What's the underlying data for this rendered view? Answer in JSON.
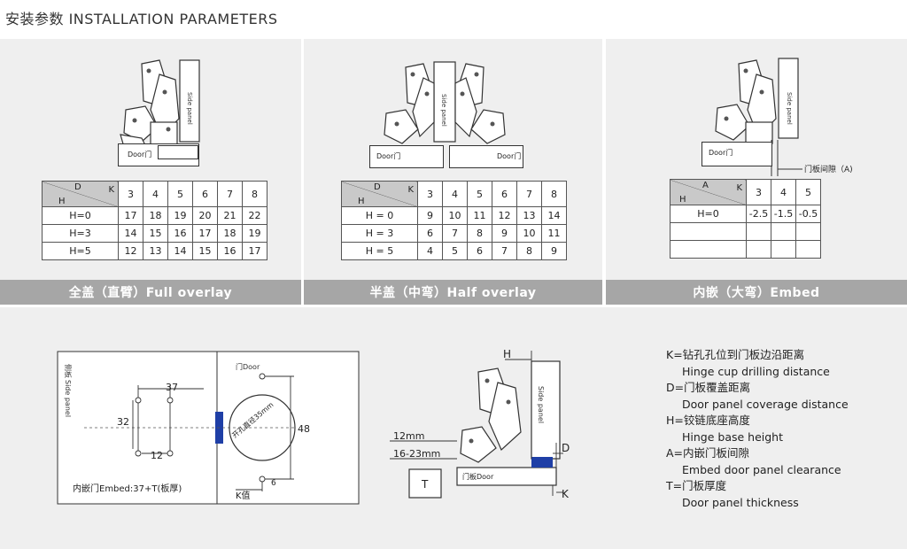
{
  "title": "安装参数  INSTALLATION PARAMETERS",
  "labels": {
    "side_panel_cn": "侧板",
    "side_panel_en": "Side panel",
    "door": "Door门",
    "door_cn": "门Door",
    "door_cn2": "门板Door",
    "gap": "门板间隙（A)",
    "embed_formula": "内嵌门Embed:37+T(板厚)",
    "k_value": "K值",
    "hole": "开孔直径35mm",
    "dim_37": "37",
    "dim_32": "32",
    "dim_12": "12",
    "dim_48": "48",
    "dim_6": "6",
    "dim_12mm": "12mm",
    "dim_16_23mm": "16-23mm",
    "letter_H": "H",
    "letter_T": "T",
    "letter_D": "D",
    "letter_K": "K"
  },
  "tables": [
    {
      "caption": "全盖（直臂）Full overlay",
      "corner": {
        "top": "D",
        "right": "K",
        "bottom": "H"
      },
      "columns": [
        "3",
        "4",
        "5",
        "6",
        "7",
        "8"
      ],
      "rows": [
        {
          "h": "H=0",
          "values": [
            "17",
            "18",
            "19",
            "20",
            "21",
            "22"
          ]
        },
        {
          "h": "H=3",
          "values": [
            "14",
            "15",
            "16",
            "17",
            "18",
            "19"
          ]
        },
        {
          "h": "H=5",
          "values": [
            "12",
            "13",
            "14",
            "15",
            "16",
            "17"
          ]
        }
      ]
    },
    {
      "caption": "半盖（中弯）Half overlay",
      "corner": {
        "top": "D",
        "right": "K",
        "bottom": "H"
      },
      "columns": [
        "3",
        "4",
        "5",
        "6",
        "7",
        "8"
      ],
      "rows": [
        {
          "h": "H = 0",
          "values": [
            "9",
            "10",
            "11",
            "12",
            "13",
            "14"
          ]
        },
        {
          "h": "H = 3",
          "values": [
            "6",
            "7",
            "8",
            "9",
            "10",
            "11"
          ]
        },
        {
          "h": "H = 5",
          "values": [
            "4",
            "5",
            "6",
            "7",
            "8",
            "9"
          ]
        }
      ]
    },
    {
      "caption": "内嵌（大弯）Embed",
      "corner": {
        "top": "A",
        "right": "K",
        "bottom": "H"
      },
      "columns": [
        "3",
        "4",
        "5"
      ],
      "rows": [
        {
          "h": "H=0",
          "values": [
            "-2.5",
            "-1.5",
            "-0.5"
          ]
        },
        {
          "h": "",
          "values": [
            "",
            "",
            ""
          ]
        },
        {
          "h": "",
          "values": [
            "",
            "",
            ""
          ]
        }
      ]
    }
  ],
  "legend": [
    {
      "cn": "K=钻孔孔位到门板边沿距离",
      "en": "Hinge cup drilling distance"
    },
    {
      "cn": "D=门板覆盖距离",
      "en": "Door panel coverage distance"
    },
    {
      "cn": "H=铰链底座高度",
      "en": "Hinge base height"
    },
    {
      "cn": "A=内嵌门板间隙",
      "en": "Embed door panel clearance"
    },
    {
      "cn": "T=门板厚度",
      "en": "Door panel thickness"
    }
  ],
  "colors": {
    "accent_blue": "#1f3fa6",
    "caption_bar": "#a6a6a6",
    "panel_bg": "#efefef"
  }
}
